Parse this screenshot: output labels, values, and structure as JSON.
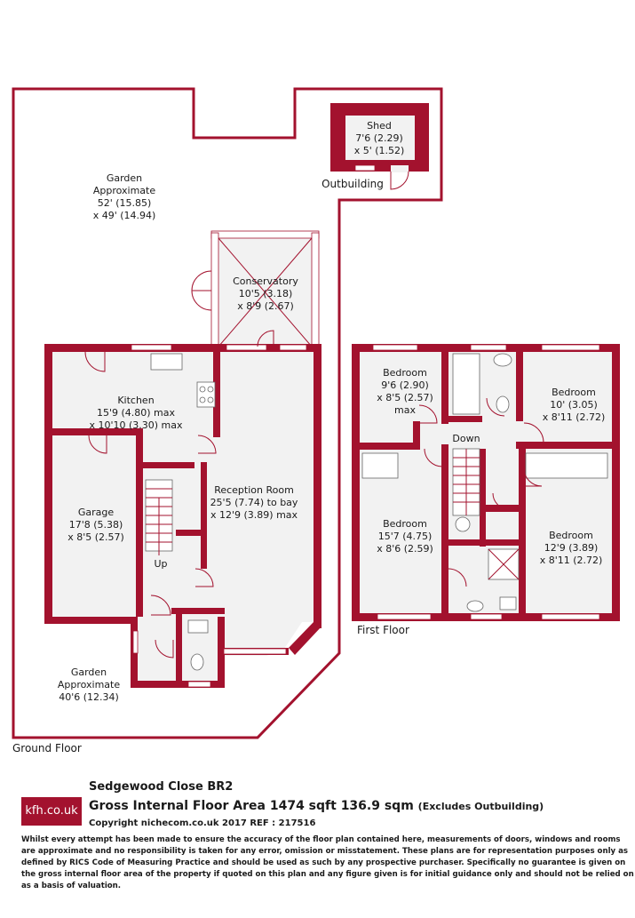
{
  "rooms": {
    "shed": {
      "name": "Shed",
      "dim1": "7'6 (2.29)",
      "dim2": "x 5' (1.52)"
    },
    "outbuilding": "Outbuilding",
    "garden_top": {
      "name": "Garden",
      "l2": "Approximate",
      "dim1": "52' (15.85)",
      "dim2": "x 49' (14.94)"
    },
    "conservatory": {
      "name": "Conservatory",
      "dim1": "10'5 (3.18)",
      "dim2": "x 8'9 (2.67)"
    },
    "kitchen": {
      "name": "Kitchen",
      "dim1": "15'9 (4.80) max",
      "dim2": "x 10'10 (3.30) max"
    },
    "garage": {
      "name": "Garage",
      "dim1": "17'8 (5.38)",
      "dim2": "x 8'5 (2.57)"
    },
    "reception": {
      "name": "Reception Room",
      "dim1": "25'5 (7.74) to bay",
      "dim2": "x 12'9 (3.89) max"
    },
    "up": "Up",
    "garden_bottom": {
      "name": "Garden",
      "l2": "Approximate",
      "dim1": "40'6 (12.34)"
    },
    "ground_floor": "Ground Floor",
    "bedroom1": {
      "name": "Bedroom",
      "dim1": "9'6 (2.90)",
      "dim2": "x 8'5 (2.57)",
      "dim3": "max"
    },
    "bedroom2": {
      "name": "Bedroom",
      "dim1": "10' (3.05)",
      "dim2": "x 8'11 (2.72)"
    },
    "down": "Down",
    "bedroom3": {
      "name": "Bedroom",
      "dim1": "15'7 (4.75)",
      "dim2": "x 8'6 (2.59)"
    },
    "bedroom4": {
      "name": "Bedroom",
      "dim1": "12'9 (3.89)",
      "dim2": "x 8'11 (2.72)"
    },
    "first_floor": "First Floor"
  },
  "footer": {
    "logo": "kfh.co.uk",
    "address": "Sedgewood Close  BR2",
    "area": "Gross Internal Floor Area 1474 sqft 136.9 sqm",
    "area_note": "(Excludes Outbuilding)",
    "copyright": "Copyright nichecom.co.uk 2017 REF : 217516",
    "disclaimer": "Whilst every attempt has been made to ensure the accuracy of the floor plan contained here, measurements of doors, windows and rooms are approximate and no responsibility is taken for any error, omission or misstatement.  These plans are for representation purposes only as defined by RICS Code of Measuring Practice and should be used as such by any prospective purchaser.  Specifically no guarantee is given on the gross internal floor area of the property if quoted on this plan and any figure given is for initial guidance only and should not be relied on as a basis of valuation."
  },
  "colors": {
    "wall": "#a3122e",
    "floor": "#f2f2f2"
  }
}
